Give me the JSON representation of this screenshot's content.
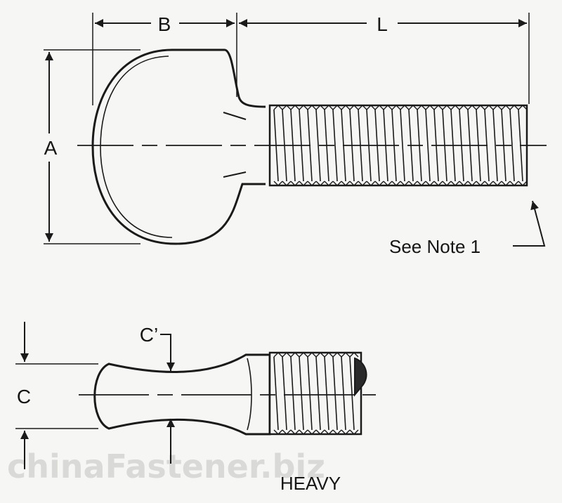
{
  "labels": {
    "A": "A",
    "B": "B",
    "L": "L",
    "C": "C",
    "C_prime": "C’",
    "see_note": "See Note 1",
    "heavy": "HEAVY"
  },
  "watermark": "chinaFastener.biz",
  "colors": {
    "ink": "#1a1a1a",
    "paper": "#f6f6f4",
    "watermark": "#d9d9d7"
  }
}
